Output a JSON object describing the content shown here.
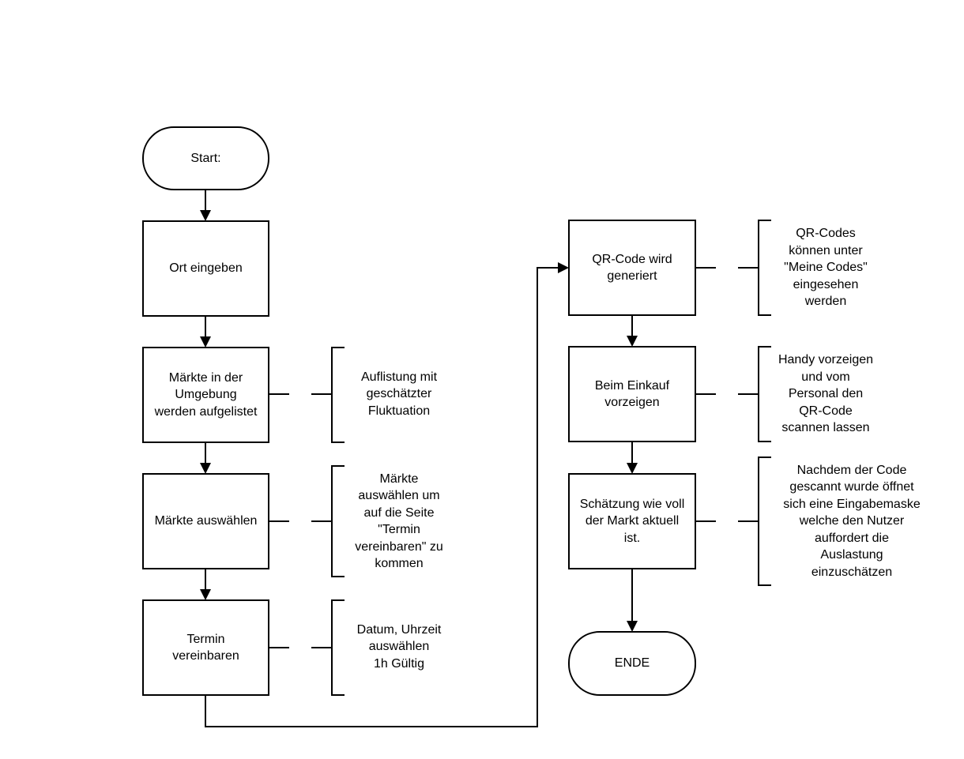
{
  "nodes": {
    "start": "Start:",
    "ort": "Ort eingeben",
    "maerkte_liste": "Märkte in der\nUmgebung\nwerden aufgelistet",
    "maerkte_auswaehlen": "Märkte auswählen",
    "termin": "Termin\nvereinbaren",
    "qr_generiert": "QR-Code wird\ngeneriert",
    "einkauf": "Beim Einkauf\nvorzeigen",
    "schaetzung": "Schätzung wie voll\nder Markt aktuell\nist.",
    "ende": "ENDE"
  },
  "notes": {
    "auflistung": "Auflistung mit\ngeschätzter\nFluktuation",
    "maerkte_auswaehlen": "Märkte\nauswählen um\nauf die Seite\n\"Termin\nvereinbaren\" zu\nkommen",
    "datum": "Datum, Uhrzeit\nauswählen\n1h Gültig",
    "qr_codes": "QR-Codes\nkönnen unter\n\"Meine Codes\"\neingesehen\nwerden",
    "handy": "Handy vorzeigen\nund vom\nPersonal den\nQR-Code\nscannen lassen",
    "nachdem": "Nachdem der Code\ngescannt wurde öffnet\nsich eine Eingabemaske\nwelche den Nutzer\nauffordert die\nAuslastung\neinzuschätzen"
  }
}
